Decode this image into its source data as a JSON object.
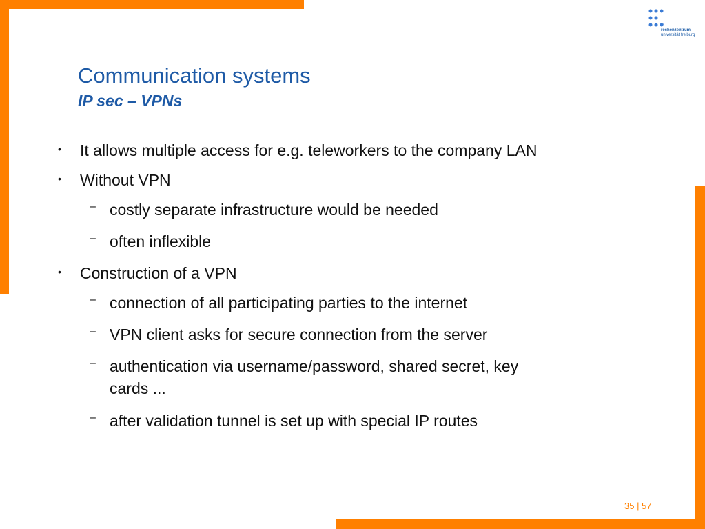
{
  "header": {
    "title": "Communication systems",
    "subtitle": "IP sec – VPNs"
  },
  "logo": {
    "line1": "rechenzentrum",
    "line2": "universität freiburg",
    "mark": "rz"
  },
  "content": {
    "bullet_glyph": "•",
    "dash_glyph": "–",
    "items": [
      {
        "text": "It allows multiple access for e.g. teleworkers to the company LAN"
      },
      {
        "text": "Without VPN",
        "sub": [
          "costly separate infrastructure would be needed",
          "often inflexible"
        ]
      },
      {
        "text": "Construction of a VPN",
        "sub": [
          "connection of all participating parties to the internet",
          "VPN client asks for secure connection from the server",
          "authentication via username/password, shared secret, key",
          "after validation tunnel is set up with special IP routes"
        ],
        "continuation": "cards ..."
      }
    ]
  },
  "footer": {
    "page": "35 | 57"
  },
  "colors": {
    "accent_orange": "#ff8000",
    "title_blue": "#1e5aa6"
  }
}
